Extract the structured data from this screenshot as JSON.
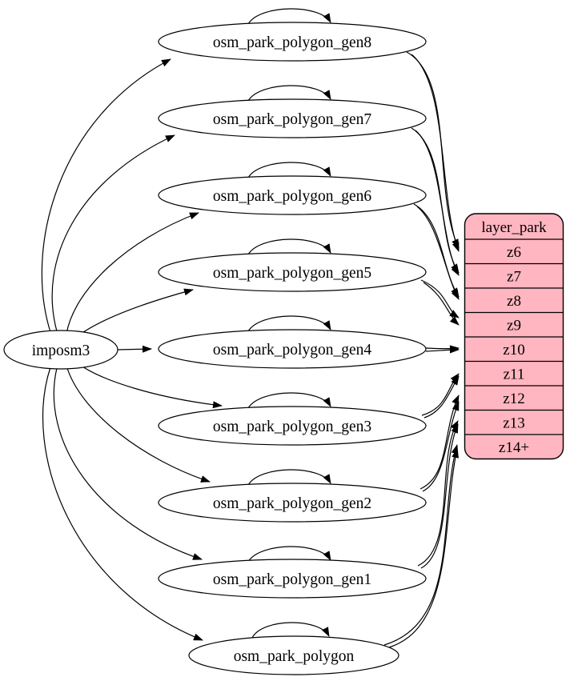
{
  "diagram": {
    "source": {
      "label": "imposm3"
    },
    "tables": [
      {
        "label": "osm_park_polygon_gen8",
        "zoom_row": "z6"
      },
      {
        "label": "osm_park_polygon_gen7",
        "zoom_row": "z7"
      },
      {
        "label": "osm_park_polygon_gen6",
        "zoom_row": "z8"
      },
      {
        "label": "osm_park_polygon_gen5",
        "zoom_row": "z9"
      },
      {
        "label": "osm_park_polygon_gen4",
        "zoom_row": "z10"
      },
      {
        "label": "osm_park_polygon_gen3",
        "zoom_row": "z11"
      },
      {
        "label": "osm_park_polygon_gen2",
        "zoom_row": "z12"
      },
      {
        "label": "osm_park_polygon_gen1",
        "zoom_row": "z13"
      },
      {
        "label": "osm_park_polygon",
        "zoom_row": "z14+"
      }
    ],
    "layer": {
      "title": "layer_park",
      "rows": [
        "z6",
        "z7",
        "z8",
        "z9",
        "z10",
        "z11",
        "z12",
        "z13",
        "z14+"
      ]
    },
    "edges": {
      "from_source": [
        "osm_park_polygon_gen8",
        "osm_park_polygon_gen7",
        "osm_park_polygon_gen6",
        "osm_park_polygon_gen5",
        "osm_park_polygon_gen4",
        "osm_park_polygon_gen3",
        "osm_park_polygon_gen2",
        "osm_park_polygon_gen1",
        "osm_park_polygon"
      ],
      "self_loops": [
        "osm_park_polygon_gen8",
        "osm_park_polygon_gen7",
        "osm_park_polygon_gen6",
        "osm_park_polygon_gen5",
        "osm_park_polygon_gen4",
        "osm_park_polygon_gen3",
        "osm_park_polygon_gen2",
        "osm_park_polygon_gen1",
        "osm_park_polygon"
      ],
      "to_layer": [
        {
          "from": "osm_park_polygon_gen8",
          "to": "z6",
          "count": 2
        },
        {
          "from": "osm_park_polygon_gen7",
          "to": "z7",
          "count": 2
        },
        {
          "from": "osm_park_polygon_gen6",
          "to": "z8",
          "count": 2
        },
        {
          "from": "osm_park_polygon_gen5",
          "to": "z9",
          "count": 2
        },
        {
          "from": "osm_park_polygon_gen4",
          "to": "z10",
          "count": 2
        },
        {
          "from": "osm_park_polygon_gen3",
          "to": "z11",
          "count": 2
        },
        {
          "from": "osm_park_polygon_gen2",
          "to": "z12",
          "count": 2
        },
        {
          "from": "osm_park_polygon_gen1",
          "to": "z13",
          "count": 2
        },
        {
          "from": "osm_park_polygon",
          "to": "z14+",
          "count": 2
        }
      ]
    },
    "colors": {
      "layer_fill": "#ffb6c1",
      "stroke": "#000000",
      "background": "#ffffff"
    }
  }
}
